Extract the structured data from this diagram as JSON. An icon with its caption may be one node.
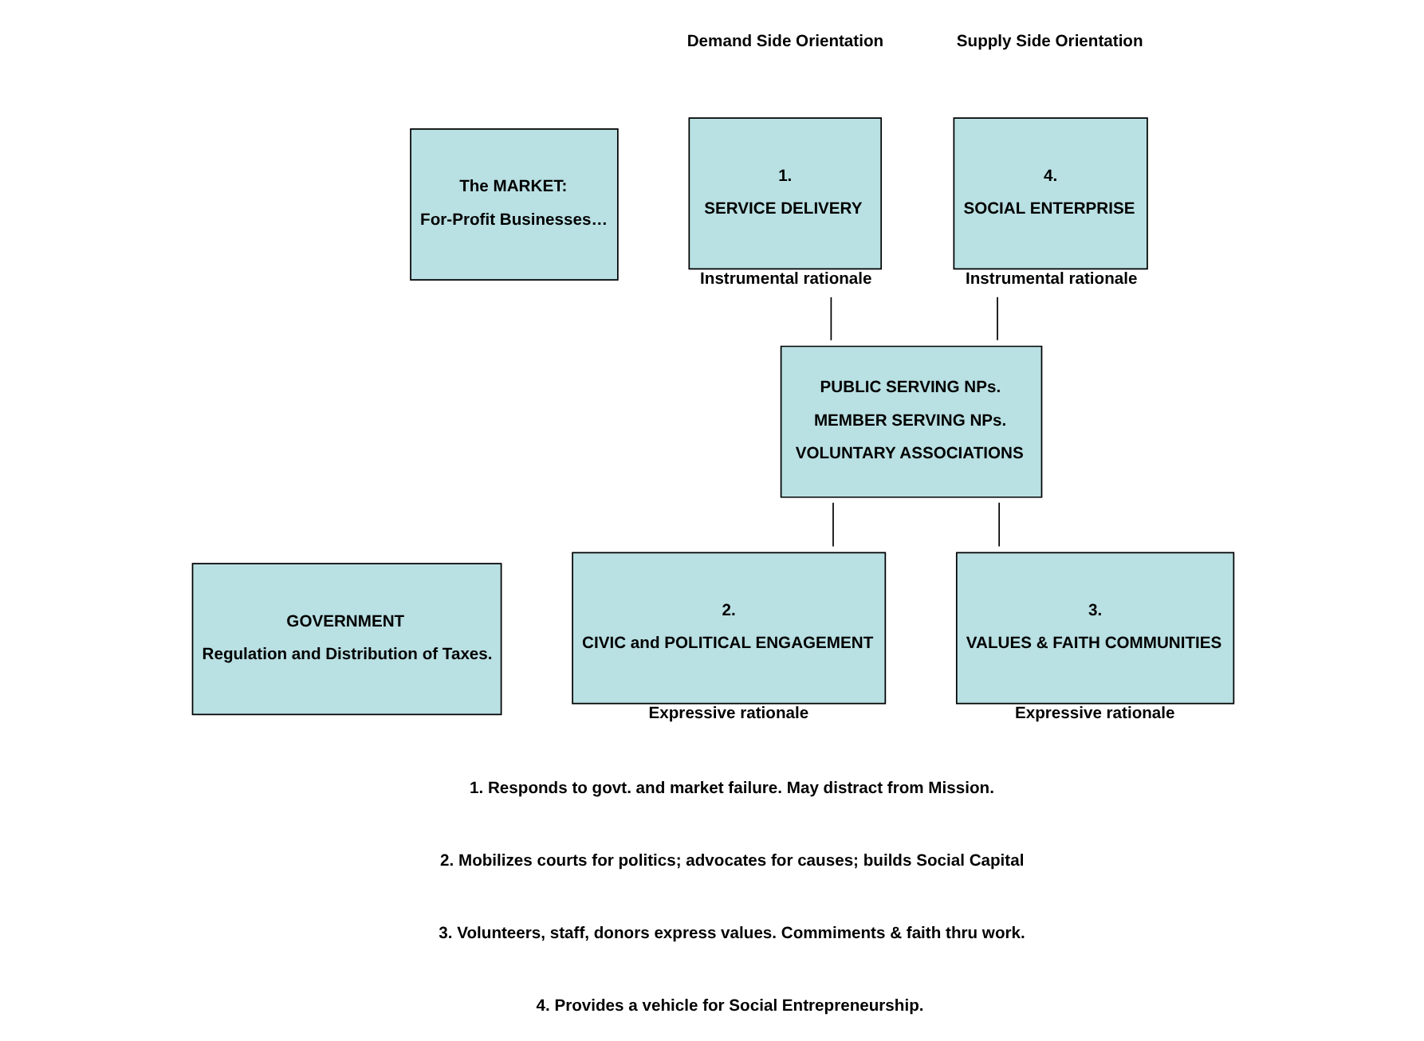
{
  "diagram": {
    "nodes": [
      {
        "text": [
          "The MARKET:",
          "For-Profit Businesses…"
        ]
      },
      {
        "text": [
          "1.",
          "SERVICE DELIVERY"
        ],
        "beside": [
          "Instrumental rationale"
        ]
      },
      {
        "text": [
          "4.",
          "SOCIAL ENTERPRISE"
        ],
        "beside": [
          "Instrumental rationale"
        ]
      },
      {
        "text": [
          "PUBLIC SERVING NPs.",
          "MEMBER SERVING NPs.",
          "VOLUNTARY ASSOCIATIONS"
        ]
      },
      {
        "text": [
          "2.",
          "CIVIC and POLITICAL ENGAGEMENT"
        ],
        "beside": [
          "Expressive rationale"
        ]
      },
      {
        "text": [
          "GOVERNMENT",
          "Regulation and Distribution of Taxes."
        ]
      },
      {
        "text": [
          "3.",
          "VALUES & FAITH COMMUNITIES"
        ],
        "beside": [
          "Expressive rationale"
        ]
      }
    ],
    "edges": [
      {
        "from": 1,
        "to": 3,
        "arrow": "none"
      },
      {
        "from": 2,
        "to": 3,
        "arrow": "none"
      },
      {
        "from": 3,
        "to": 4,
        "arrow": "none"
      },
      {
        "from": 3,
        "to": 6,
        "arrow": "none"
      }
    ],
    "labels": [
      "Demand Side Orientation",
      "Supply Side Orientation",
      "1. Responds to govt. and market failure. May distract from Mission.",
      "2. Mobilizes courts for politics; advocates for causes; builds Social Capital",
      "3. Volunteers, staff, donors express values. Commiments & faith thru work.",
      "4. Provides a vehicle for Social Entrepreneurship."
    ]
  }
}
